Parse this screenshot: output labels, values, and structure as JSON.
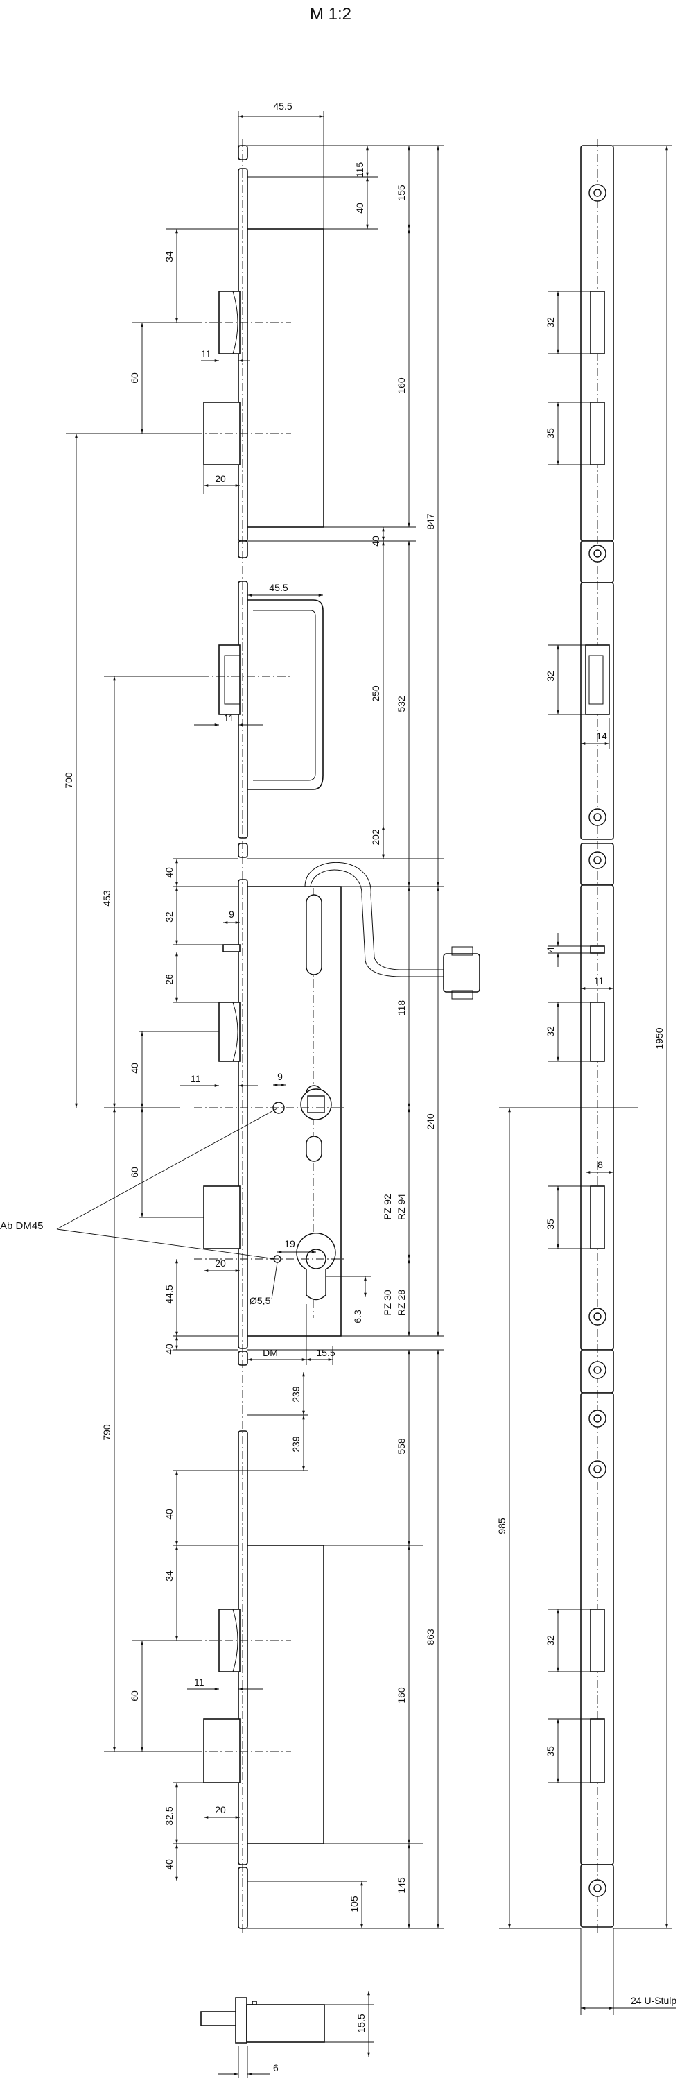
{
  "title": "M 1:2",
  "callout": {
    "label": "Ab DM45"
  },
  "left_view": {
    "dims": {
      "width_top": "45.5",
      "mid_width": "45.5",
      "d115": "115",
      "d155": "155",
      "d40a": "40",
      "d34a": "34",
      "d60a": "60",
      "d11a": "11",
      "d20a": "20",
      "d160a": "160",
      "d40b": "40",
      "d847": "847",
      "d250": "250",
      "d532": "532",
      "d11b": "11",
      "d700": "700",
      "d453": "453",
      "d202": "202",
      "d40c": "40",
      "d9a": "9",
      "d32": "32",
      "d26": "26",
      "d118": "118",
      "d40d": "40",
      "d11c": "11",
      "d9b": "9",
      "d240": "240",
      "d60b": "60",
      "pz92": "PZ 92",
      "rz94": "RZ 94",
      "d20b": "20",
      "d19": "19",
      "d445": "44.5",
      "d55": "Ø5,5",
      "d63": "6.3",
      "pz30": "PZ 30",
      "rz28": "RZ 28",
      "d40e": "40",
      "dm": "DM",
      "d155b": "15.5",
      "d239a": "239",
      "d239b": "239",
      "d558": "558",
      "d790": "790",
      "d40f": "40",
      "d34b": "34",
      "d863": "863",
      "d60c": "60",
      "d11d": "11",
      "d160b": "160",
      "d325": "32.5",
      "d20c": "20",
      "d40g": "40",
      "d145": "145",
      "d105": "105"
    }
  },
  "right_view": {
    "dims": {
      "r32a": "32",
      "r35a": "35",
      "r32b": "32",
      "r14": "14",
      "r4": "4",
      "r11": "11",
      "r32c": "32",
      "r1950": "1950",
      "r8": "8",
      "r35b": "35",
      "r985": "985",
      "r32d": "32",
      "r35c": "35",
      "stulp": "24 U-Stulp"
    }
  },
  "section_view": {
    "dims": {
      "s155": "15.5",
      "s6": "6"
    }
  }
}
